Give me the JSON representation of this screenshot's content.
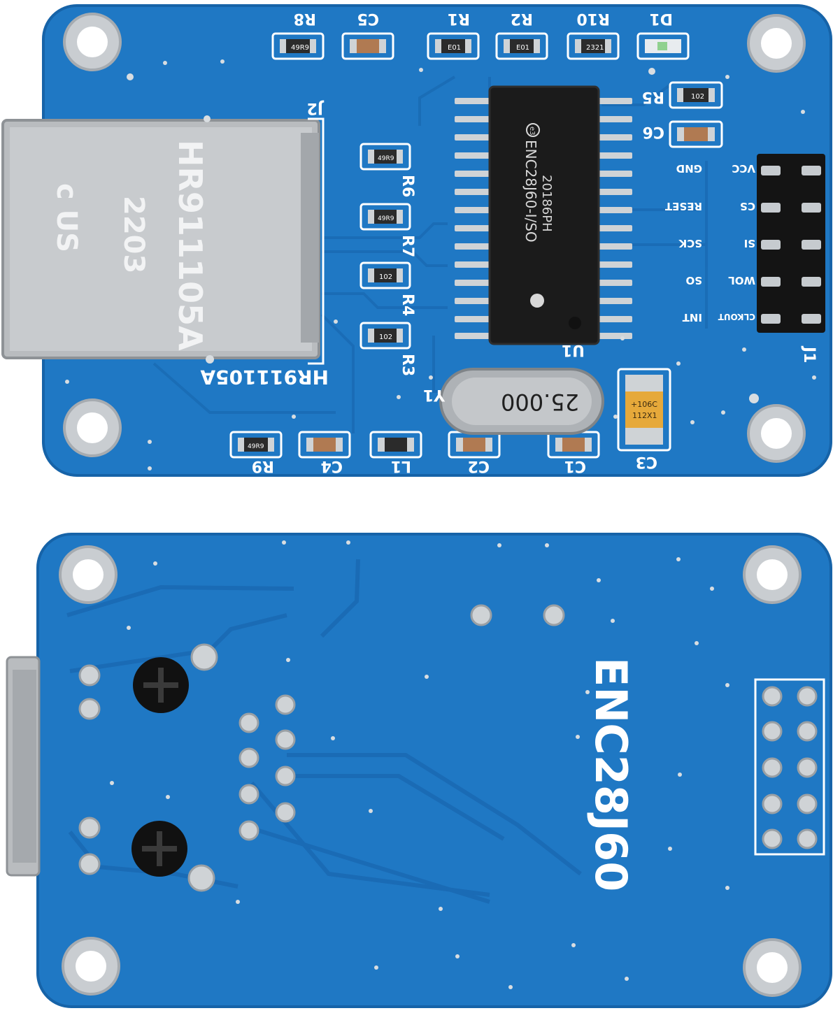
{
  "colors": {
    "background": "#ffffff",
    "board": "#1f78c4",
    "board_edge": "#1663a8",
    "trace": "#1a6bb5",
    "silkscreen": "#ffffff",
    "pad": "#cfd3d6",
    "chip": "#1b1b1b",
    "header": "#141414",
    "jack": "#b9bcbf"
  },
  "front": {
    "labels": {
      "r8": "R8",
      "c5": "C5",
      "r1": "R1",
      "r2": "R2",
      "r10": "R10",
      "d1": "D1",
      "r5": "R5",
      "c6": "C6",
      "j2": "J2",
      "r6": "R6",
      "r7": "R7",
      "r4": "R4",
      "r3": "R3",
      "u1": "U1",
      "y1": "Y1",
      "c3": "C3",
      "c1": "C1",
      "c2": "C2",
      "l1": "L1",
      "c4": "C4",
      "r9": "R9",
      "j1": "J1",
      "jack_silk": "HR911105A"
    },
    "pins_left": [
      "GND",
      "RESET",
      "SCK",
      "SO",
      "INT"
    ],
    "pins_right": [
      "VCC",
      "CS",
      "SI",
      "WOL",
      "CLKOUT"
    ],
    "chip_text": [
      "ENC28J60-I/SO",
      "20186PH"
    ],
    "chip_mark": "e3",
    "crystal_text": "25.000",
    "tantalum_text": [
      "+106C",
      "112X1"
    ],
    "jack_text": [
      "HR911105A",
      "2203"
    ],
    "jack_mark": "c US",
    "resistor_codes": {
      "r8": "49R9",
      "r1": "E01",
      "r2": "E01",
      "r10": "2321",
      "r5": "102",
      "r6": "49R9",
      "r7": "49R9",
      "r4": "102",
      "r3": "102",
      "r9": "49R9"
    }
  },
  "back": {
    "board_text": "ENC28J60"
  }
}
